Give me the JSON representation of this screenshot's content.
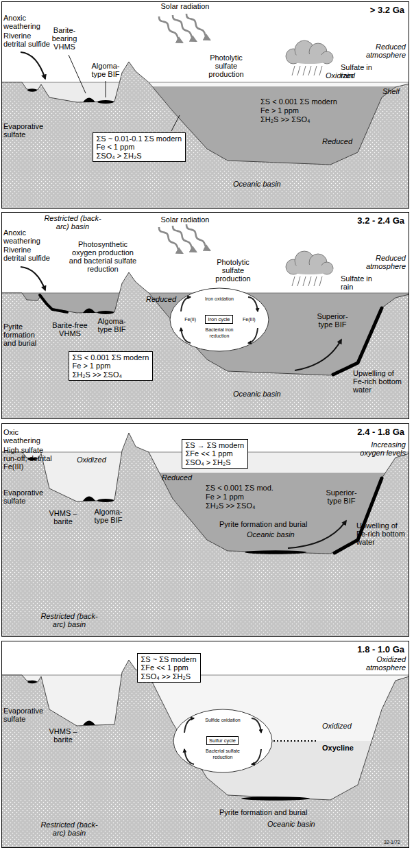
{
  "diagram": {
    "nodes": [
      {
        "text": [
          "> 3.2 Ga"
        ]
      },
      {
        "text": [
          "ΣS ~ 0.01-0.1 ΣS modern",
          "Fe < 1 ppm",
          "ΣSO₄ > ΣH₂S"
        ],
        "in": 0
      },
      {
        "text": [
          "3.2 - 2.4 Ga"
        ]
      },
      {
        "text": [
          "ΣS < 0.001 ΣS modern",
          "Fe > 1 ppm",
          "ΣH₂S >> ΣSO₄"
        ],
        "in": 2
      },
      {
        "text": [
          "Iron cycle"
        ],
        "in": 2
      },
      {
        "text": [
          "2.4 - 1.8 Ga"
        ]
      },
      {
        "text": [
          "ΣS → ΣS modern",
          "ΣFe << 1 ppm",
          "ΣSO₄ > ΣH₂S"
        ],
        "in": 5
      },
      {
        "text": [
          "1.8 - 1.0 Ga"
        ]
      },
      {
        "text": [
          "ΣS ~ ΣS modern",
          "ΣFe << 1 ppm",
          "ΣSO₄ >> ΣH₂S"
        ],
        "in": 7
      },
      {
        "text": [
          "Sulfur cycle"
        ],
        "in": 7
      }
    ],
    "labels": [
      "Anoxic weathering",
      "Riverine detrital sulfide",
      "Barite-bearing VHMS",
      "Algoma-type BIF",
      "Solar radiation",
      "Photolytic sulfate production",
      "Sulfate in rain",
      "Reduced atmosphere",
      "Oxidized",
      "Shelf",
      "Evaporative sulfate",
      "ΣS < 0.001 ΣS modern",
      "Fe > 1 ppm",
      "ΣH₂S >> ΣSO₄",
      "Reduced",
      "Oceanic basin",
      "Restricted (back-arc) basin",
      "Solar radiation",
      "Anoxic weathering",
      "Riverine detrital sulfide",
      "Photosynthetic oxygen production and bacterial sulfate reduction",
      "Photolytic sulfate production",
      "Sulfate in rain",
      "Reduced atmosphere",
      "Reduced",
      "Pyrite formation and burial",
      "Barite-free VHMS",
      "Algoma-type BIF",
      "Iron oxidation",
      "Fe(III)",
      "Fe(II)",
      "Bacterial iron reduction",
      "Superior-type BIF",
      "Oceanic basin",
      "Upwelling of Fe-rich bottom water",
      "Oxic weathering",
      "High sulfate run-off; detrital Fe(III)",
      "Increasing oxygen levels",
      "Oxidized",
      "Evaporative sulfate",
      "VHMS – barite",
      "Algoma-type BIF",
      "Reduced",
      "ΣS < 0.001 ΣS mod.",
      "Fe > 1 ppm",
      "ΣH₂S >> ΣSO₄",
      "Superior-type BIF",
      "Pyrite formation and burial",
      "Oceanic basin",
      "Upwelling of Fe-rich bottom water",
      "Restricted (back-arc) basin",
      "Oxidized atmosphere",
      "Sulfide oxidation",
      "Bacterial sulfate reduction",
      "Oxidized",
      "Oxycline",
      "Evaporative sulfate",
      "VHMS – barite",
      "Pyrite formation and burial",
      "Restricted (back-arc) basin",
      "Oceanic basin",
      "32-1/72"
    ]
  }
}
